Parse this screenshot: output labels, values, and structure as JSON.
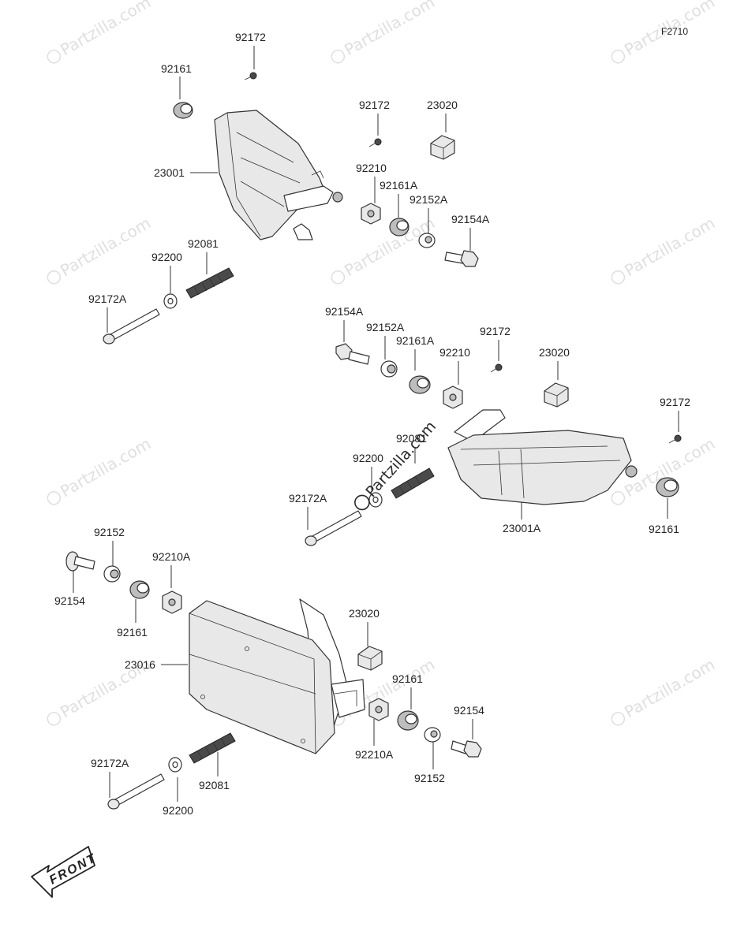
{
  "figure": {
    "code": "F2710"
  },
  "watermark": {
    "text": "Partzilla.com"
  },
  "front_marker": {
    "label": "FRONT"
  },
  "groups": {
    "upper_left_headlight": {
      "labels": [
        "92172",
        "92161",
        "23001",
        "92172",
        "23020",
        "92210",
        "92161A",
        "92152A",
        "92154A",
        "92081",
        "92200",
        "92172A"
      ]
    },
    "middle_right_headlight": {
      "labels": [
        "92154A",
        "92152A",
        "92161A",
        "92210",
        "92172",
        "23020",
        "92172",
        "92081",
        "92200",
        "92172A",
        "23001A",
        "92161"
      ]
    },
    "lower_left_headlight": {
      "labels": [
        "92152",
        "92154",
        "92210A",
        "92161",
        "23016",
        "23020",
        "92161",
        "92154",
        "92210A",
        "92152",
        "92172A",
        "92200",
        "92081"
      ]
    }
  }
}
